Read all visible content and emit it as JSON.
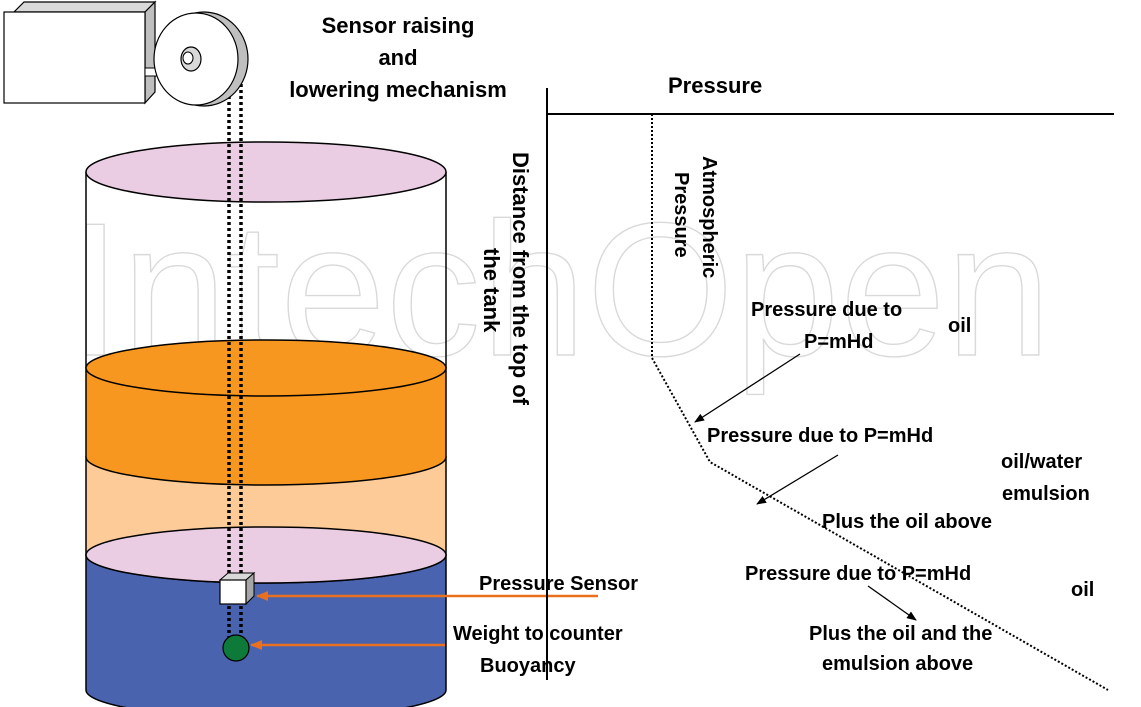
{
  "watermark": "IntechOpen",
  "mechanism_label": [
    "Sensor raising",
    "and",
    "lowering mechanism"
  ],
  "axis": {
    "pressure_label": "Pressure",
    "distance_label": [
      "Distance from the top of",
      "the tank"
    ],
    "atmospheric_label": [
      "Atmospheric",
      "Pressure"
    ]
  },
  "annotations": {
    "oil_line1": "Pressure due to",
    "oil_sub": "oil",
    "oil_line2": "P=mHd",
    "emulsion_line1": "Pressure due to P=mHd",
    "emulsion_sub1": "oil/water",
    "emulsion_sub2": "emulsion",
    "emulsion_line2": "Plus the oil above",
    "water_line1": "Pressure due to P=mHd",
    "water_sub": "oil",
    "water_line2": "Plus the oil and the",
    "water_line3": "emulsion above"
  },
  "tank_labels": {
    "sensor": "Pressure Sensor",
    "weight": [
      "Weight to counter",
      "Buoyancy"
    ]
  },
  "colors": {
    "lid": "#ebcde3",
    "oil": "#f7971f",
    "emulsion": "#fccb98",
    "water": "#4a63ae",
    "arrow": "#e8701f",
    "weight": "#0e7a3a"
  }
}
